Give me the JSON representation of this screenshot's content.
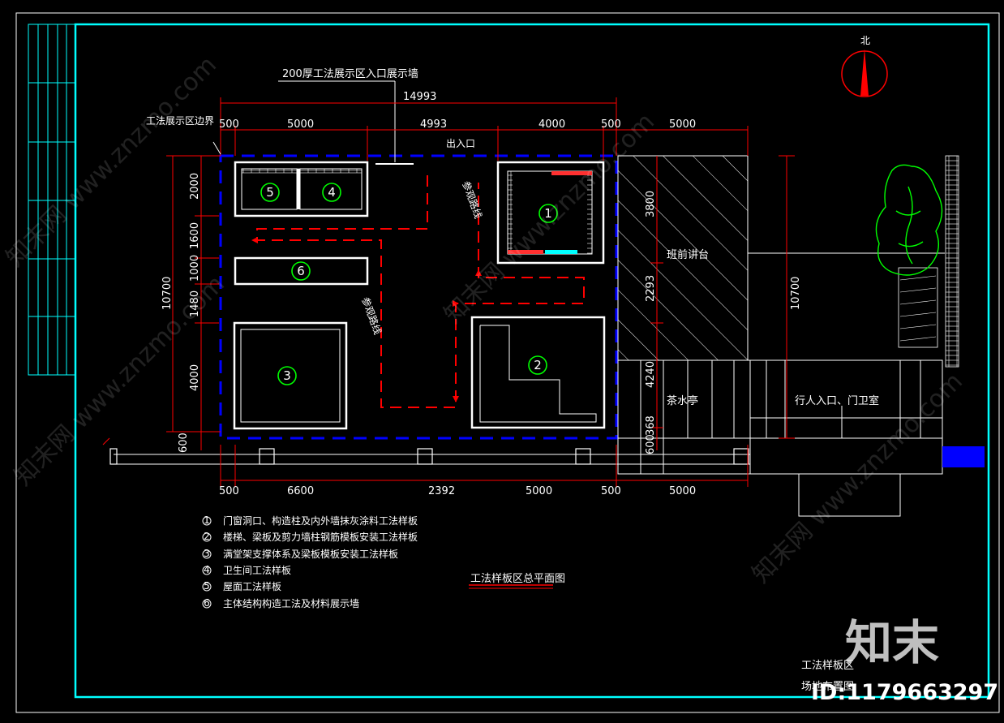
{
  "title_top": "200厚工法展示区入口展示墙",
  "boundary_label": "工法展示区边界",
  "entrance_label": "出入口",
  "route_label": "参观路线",
  "podium_label": "班前讲台",
  "tea_label": "茶水亭",
  "gate_label": "行人入口、门卫室",
  "plan_title": "工法样板区总平面图",
  "sheet_title_1": "工法样板区",
  "sheet_title_2": "场地布置图",
  "north_label": "北",
  "brand": "知末",
  "id_text": "ID:1179663297",
  "watermark": "知末网 www.znzmo.com",
  "dims_top": {
    "total": "14993",
    "d1": "500",
    "d2": "5000",
    "d3": "4993",
    "d4": "4000",
    "d5": "500",
    "d6": "5000"
  },
  "dims_bottom": {
    "d1": "500",
    "d2": "6600",
    "d3": "2392",
    "d4": "5000",
    "d5": "500",
    "d6": "5000"
  },
  "dims_left": {
    "total": "10700",
    "d1": "2000",
    "d2": "1600",
    "d3": "1000",
    "d4": "1480",
    "d5": "4000",
    "d6": "600"
  },
  "dims_mid": {
    "d1": "3800",
    "d2": "2293",
    "d3": "4240",
    "d4": "368",
    "d5": "600"
  },
  "dims_right": {
    "total": "10700"
  },
  "zones": [
    "1",
    "2",
    "3",
    "4",
    "5",
    "6"
  ],
  "legend": [
    {
      "marker": "1",
      "text": "门窗洞口、构造柱及内外墙抹灰涂料工法样板"
    },
    {
      "marker": "2",
      "text": "楼梯、梁板及剪力墙柱钢筋模板安装工法样板"
    },
    {
      "marker": "3",
      "text": "满堂架支撑体系及梁板模板安装工法样板"
    },
    {
      "marker": "4",
      "text": "卫生间工法样板"
    },
    {
      "marker": "5",
      "text": "屋面工法样板"
    },
    {
      "marker": "6",
      "text": "主体结构构造工法及材料展示墙"
    }
  ],
  "colors": {
    "frame": "#00ffff",
    "boundary": "#0000ff",
    "route": "#ff0000",
    "marker": "#00ff00",
    "dimension": "#ff0000",
    "tree": "#00ff00"
  }
}
